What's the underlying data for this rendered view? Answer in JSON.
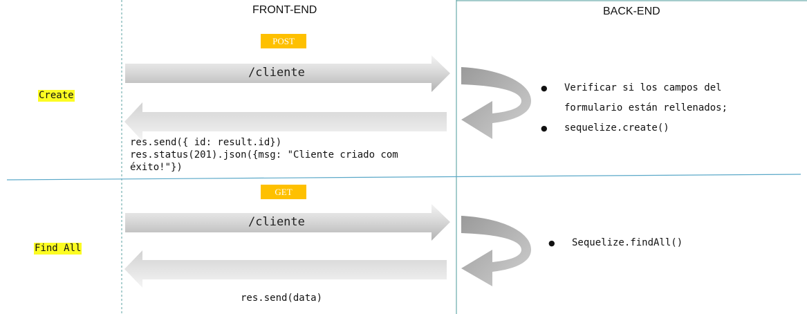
{
  "columns": {
    "front": "FRONT-END",
    "back": "BACK-END"
  },
  "colors": {
    "badge": "#fec000",
    "highlight": "#fcfc22",
    "divider_vertical": "#5aa0a0",
    "divider_horizontal": "#5aa8c8",
    "arrow_light": "#f2f2f2",
    "arrow_dark": "#b4b4b4"
  },
  "sections": [
    {
      "name": "Create",
      "method": "POST",
      "route": "/cliente",
      "response": [
        "res.send({ id: result.id})",
        "res.status(201).json({msg: \"Cliente criado com",
        "éxito!\"})"
      ],
      "backend": [
        "Verificar si los campos del",
        "formulario están rellenados;",
        "sequelize.create()"
      ]
    },
    {
      "name": "Find All",
      "method": "GET",
      "route": "/cliente",
      "response": [
        "res.send(data)"
      ],
      "backend": [
        "Sequelize.findAll()"
      ]
    }
  ]
}
